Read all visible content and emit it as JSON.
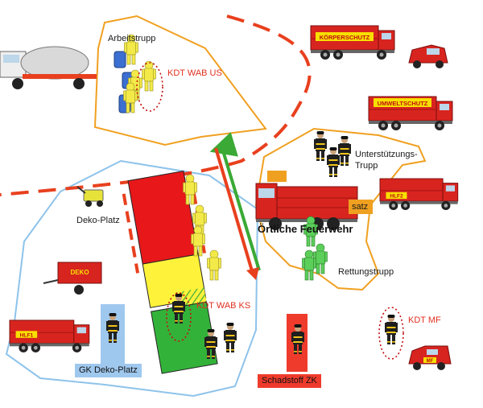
{
  "labels": {
    "arbeitstrupp": "Arbeitstrupp",
    "kdt_wab_us": "KDT WAB US",
    "unterstuetzungstrupp_line1": "Unterstützungs-",
    "unterstuetzungstrupp_line2": "Trupp",
    "satz_fragment": "satz",
    "oertliche_feuerwehr": "Örtliche Feuerwehr",
    "rettungstrupp": "Rettungstrupp",
    "deko_platz": "Deko-Platz",
    "kdt_wab_ks": "KDT WAB KS",
    "kdt_mf": "KDT MF",
    "gk_deko_platz": "GK Deko-Platz",
    "schadstoff_zk": "Schadstoff  ZK"
  },
  "vehicle_labels": {
    "koerperschutz": "KÖRPERSCHUTZ",
    "umweltschutz": "UMWELTSCHUTZ",
    "hlf2_right": "HLF2",
    "hlf1_left": "HLF1",
    "deko_trailer": "DEKO",
    "mf_car": "MF"
  },
  "colors": {
    "zone_red": "#e8171a",
    "zone_yellow": "#fff23a",
    "zone_green": "#33b23a",
    "hazard_line": "#e8401e",
    "area_orange": "#f0a020",
    "area_blue": "#8ec3ea",
    "arrow_green": "#3aa935",
    "arrow_red": "#e8401e"
  },
  "icons": [
    "tanker-truck",
    "barrels",
    "firefighter",
    "hazmat-suit-yellow",
    "hazmat-suit-green",
    "fire-truck",
    "van",
    "pump",
    "trailer"
  ]
}
